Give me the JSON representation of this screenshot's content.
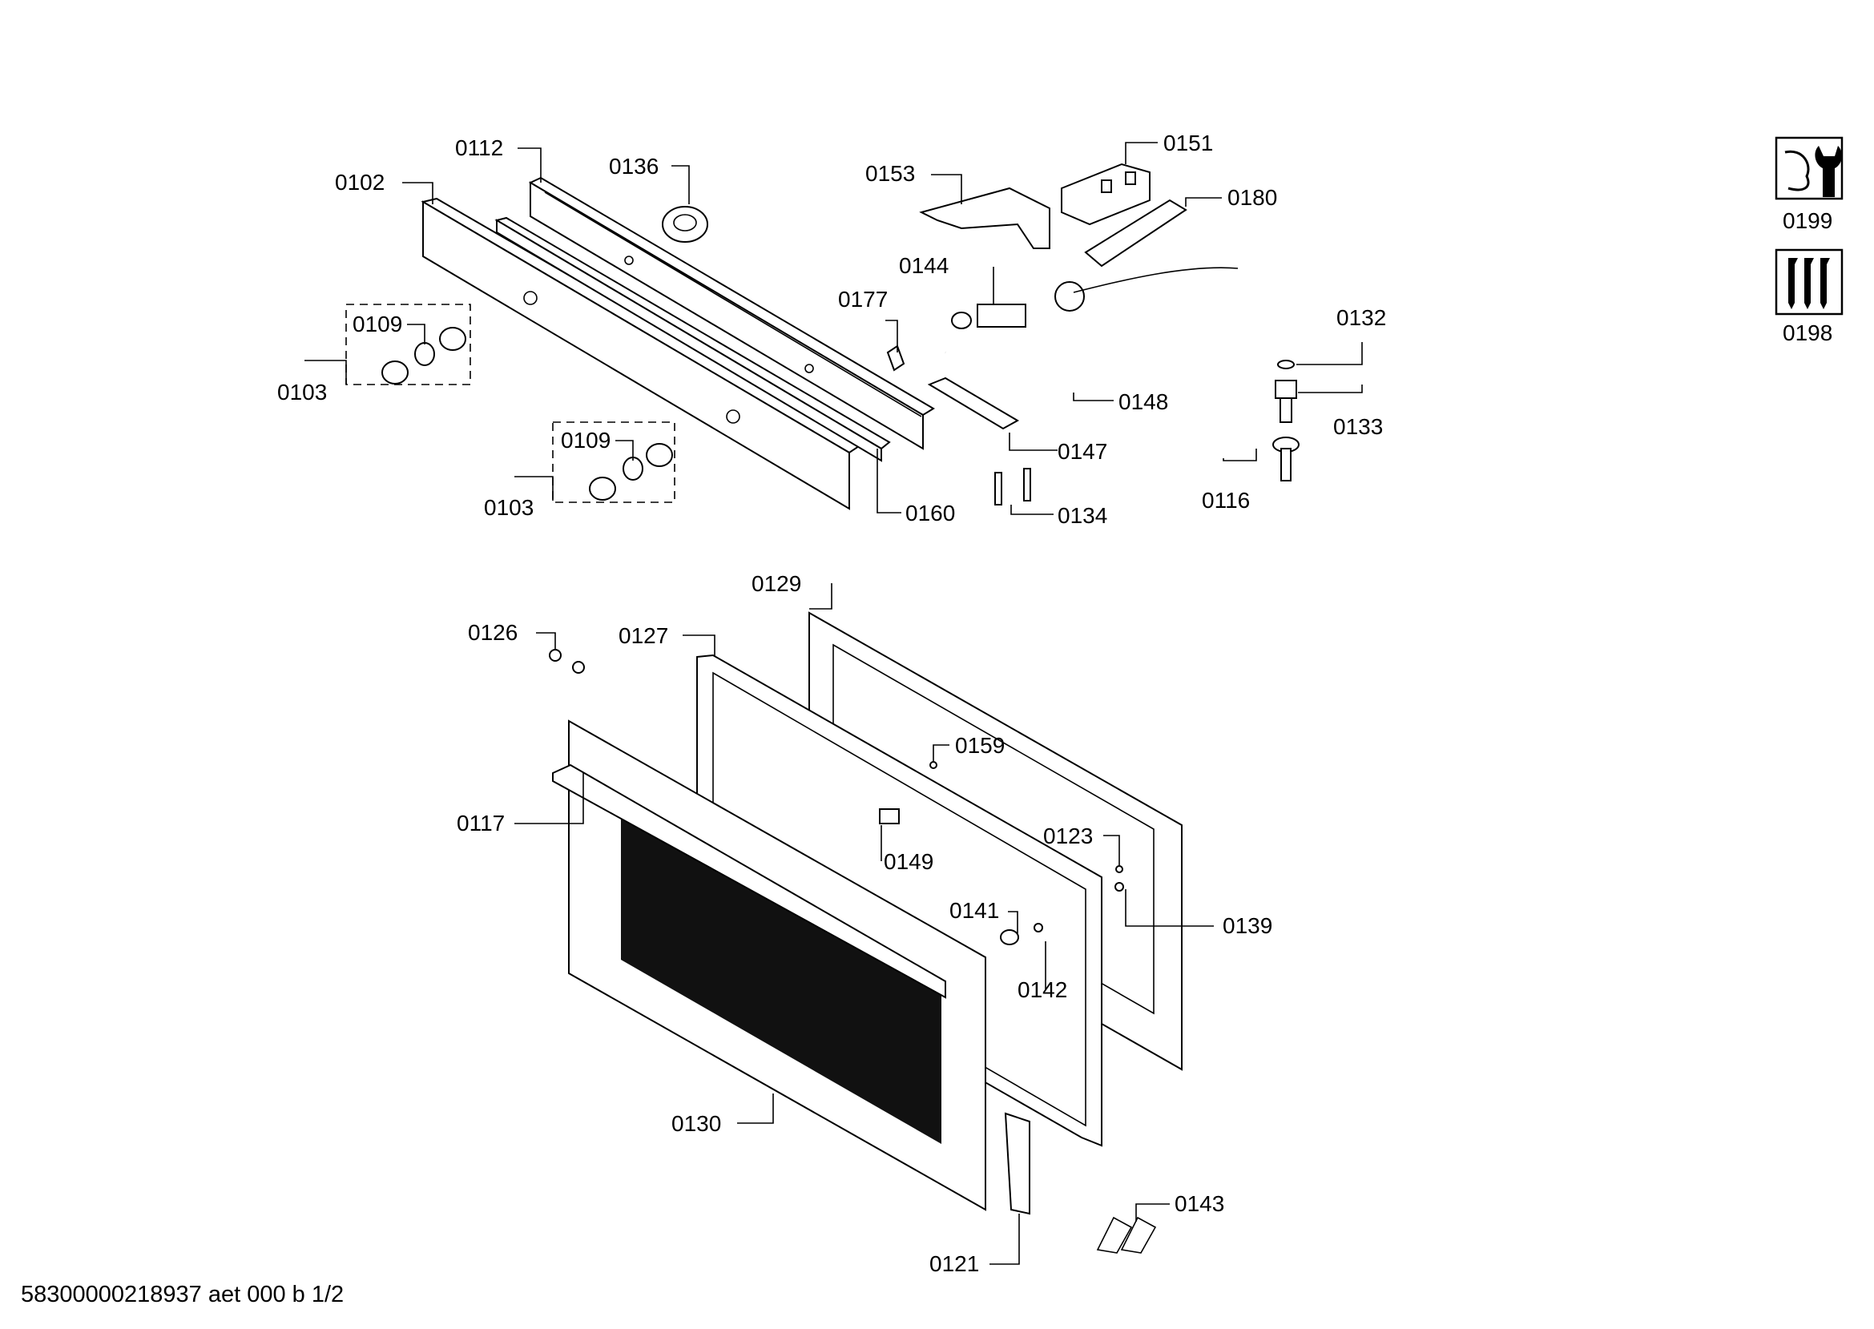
{
  "parts": [
    {
      "id": "p0102",
      "label": "0102"
    },
    {
      "id": "p0112",
      "label": "0112"
    },
    {
      "id": "p0136",
      "label": "0136"
    },
    {
      "id": "p0109a",
      "label": "0109"
    },
    {
      "id": "p0103a",
      "label": "0103"
    },
    {
      "id": "p0109b",
      "label": "0109"
    },
    {
      "id": "p0103b",
      "label": "0103"
    },
    {
      "id": "p0177",
      "label": "0177"
    },
    {
      "id": "p0160",
      "label": "0160"
    },
    {
      "id": "p0153",
      "label": "0153"
    },
    {
      "id": "p0151",
      "label": "0151"
    },
    {
      "id": "p0180",
      "label": "0180"
    },
    {
      "id": "p0144",
      "label": "0144"
    },
    {
      "id": "p0132",
      "label": "0132"
    },
    {
      "id": "p0148",
      "label": "0148"
    },
    {
      "id": "p0133",
      "label": "0133"
    },
    {
      "id": "p0147",
      "label": "0147"
    },
    {
      "id": "p0116",
      "label": "0116"
    },
    {
      "id": "p0134",
      "label": "0134"
    },
    {
      "id": "p0129",
      "label": "0129"
    },
    {
      "id": "p0126",
      "label": "0126"
    },
    {
      "id": "p0127",
      "label": "0127"
    },
    {
      "id": "p0159",
      "label": "0159"
    },
    {
      "id": "p0117",
      "label": "0117"
    },
    {
      "id": "p0123",
      "label": "0123"
    },
    {
      "id": "p0149",
      "label": "0149"
    },
    {
      "id": "p0141",
      "label": "0141"
    },
    {
      "id": "p0139",
      "label": "0139"
    },
    {
      "id": "p0142",
      "label": "0142"
    },
    {
      "id": "p0130",
      "label": "0130"
    },
    {
      "id": "p0143",
      "label": "0143"
    },
    {
      "id": "p0121",
      "label": "0121"
    }
  ],
  "legend": [
    {
      "label": "0199",
      "icon": "wrench-icon"
    },
    {
      "label": "0198",
      "icon": "screws-icon"
    }
  ],
  "footer": "58300000218937 aet 000 b 1/2"
}
